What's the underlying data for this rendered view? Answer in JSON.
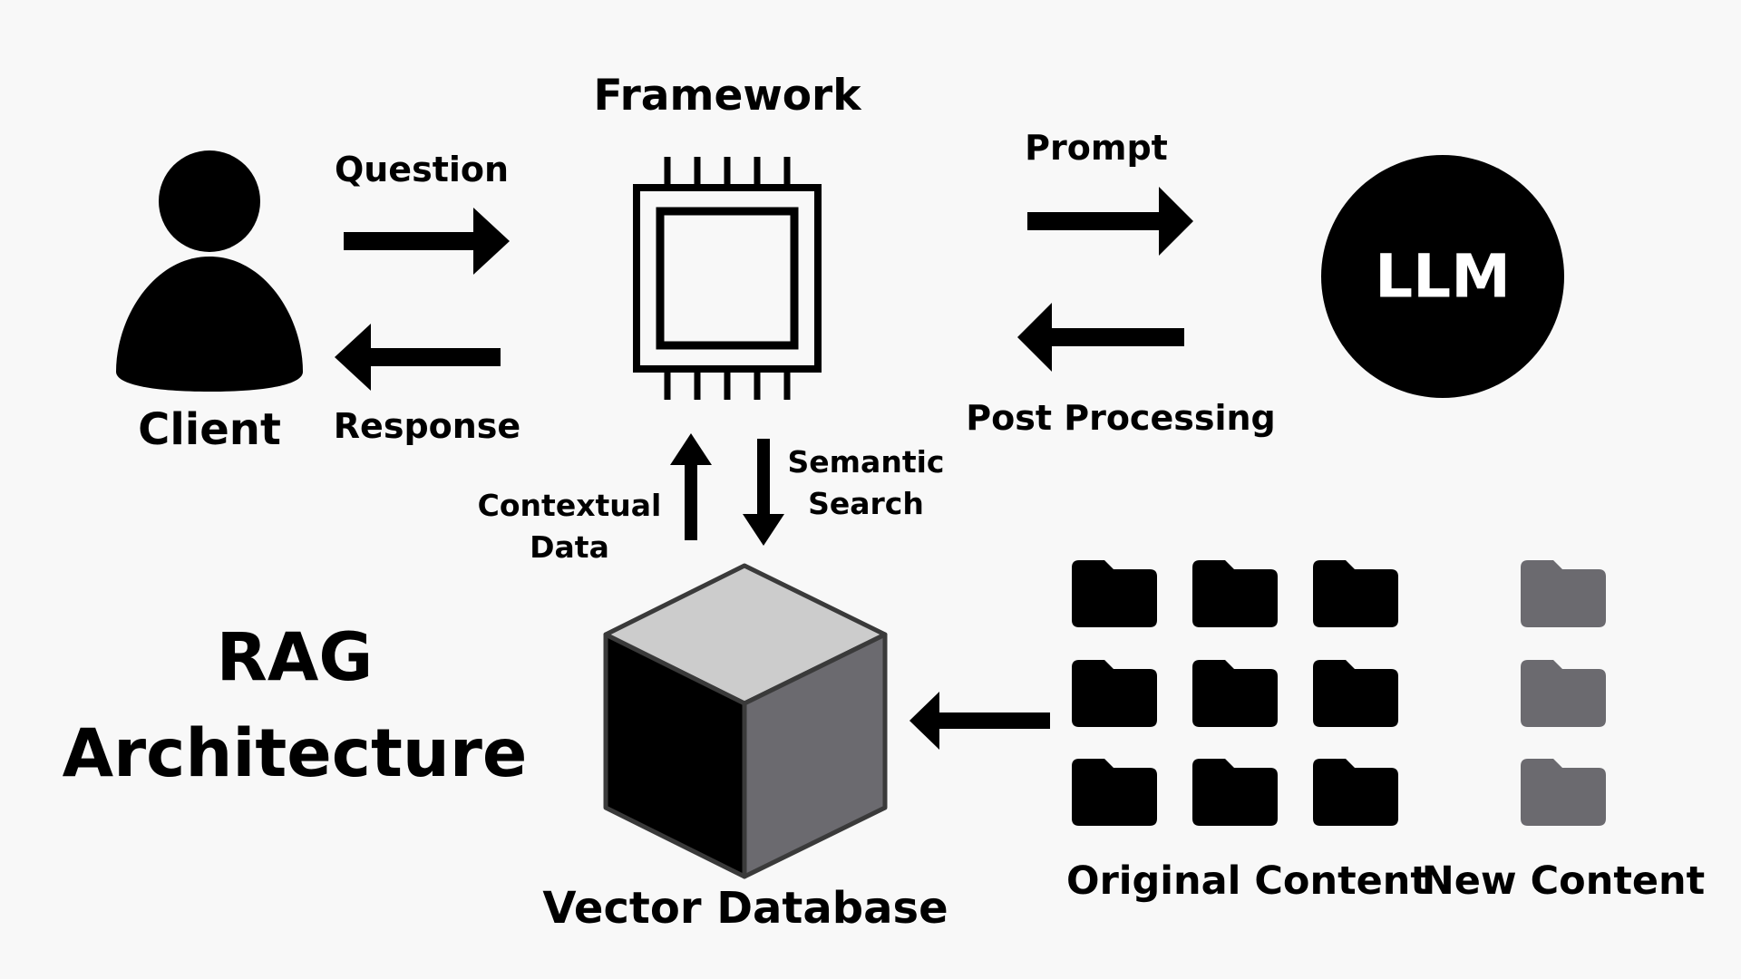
{
  "labels": {
    "framework": "Framework",
    "question": "Question",
    "response": "Response",
    "client": "Client",
    "prompt": "Prompt",
    "post_processing": "Post Processing",
    "llm": "LLM",
    "semantic_search": [
      "Semantic",
      "Search"
    ],
    "contextual_data": [
      "Contextual",
      "Data"
    ],
    "title": [
      "RAG",
      "Architecture"
    ],
    "vector_database": "Vector Database",
    "original_content": "Original Content",
    "new_content": "New Content"
  },
  "icons": {
    "client": "person-icon",
    "framework": "chip-icon",
    "llm": "circle",
    "vector_database": "cube-icon",
    "documents": "folder-icon"
  },
  "colors": {
    "background": "#f8f8f8",
    "primary": "#000000",
    "cube_top": "#cccccc",
    "cube_right": "#6b6a6f",
    "cube_edge": "#3a3a3a",
    "new_folder": "#6b6a6f"
  },
  "counts": {
    "original_folders": 9,
    "new_folders": 3
  }
}
